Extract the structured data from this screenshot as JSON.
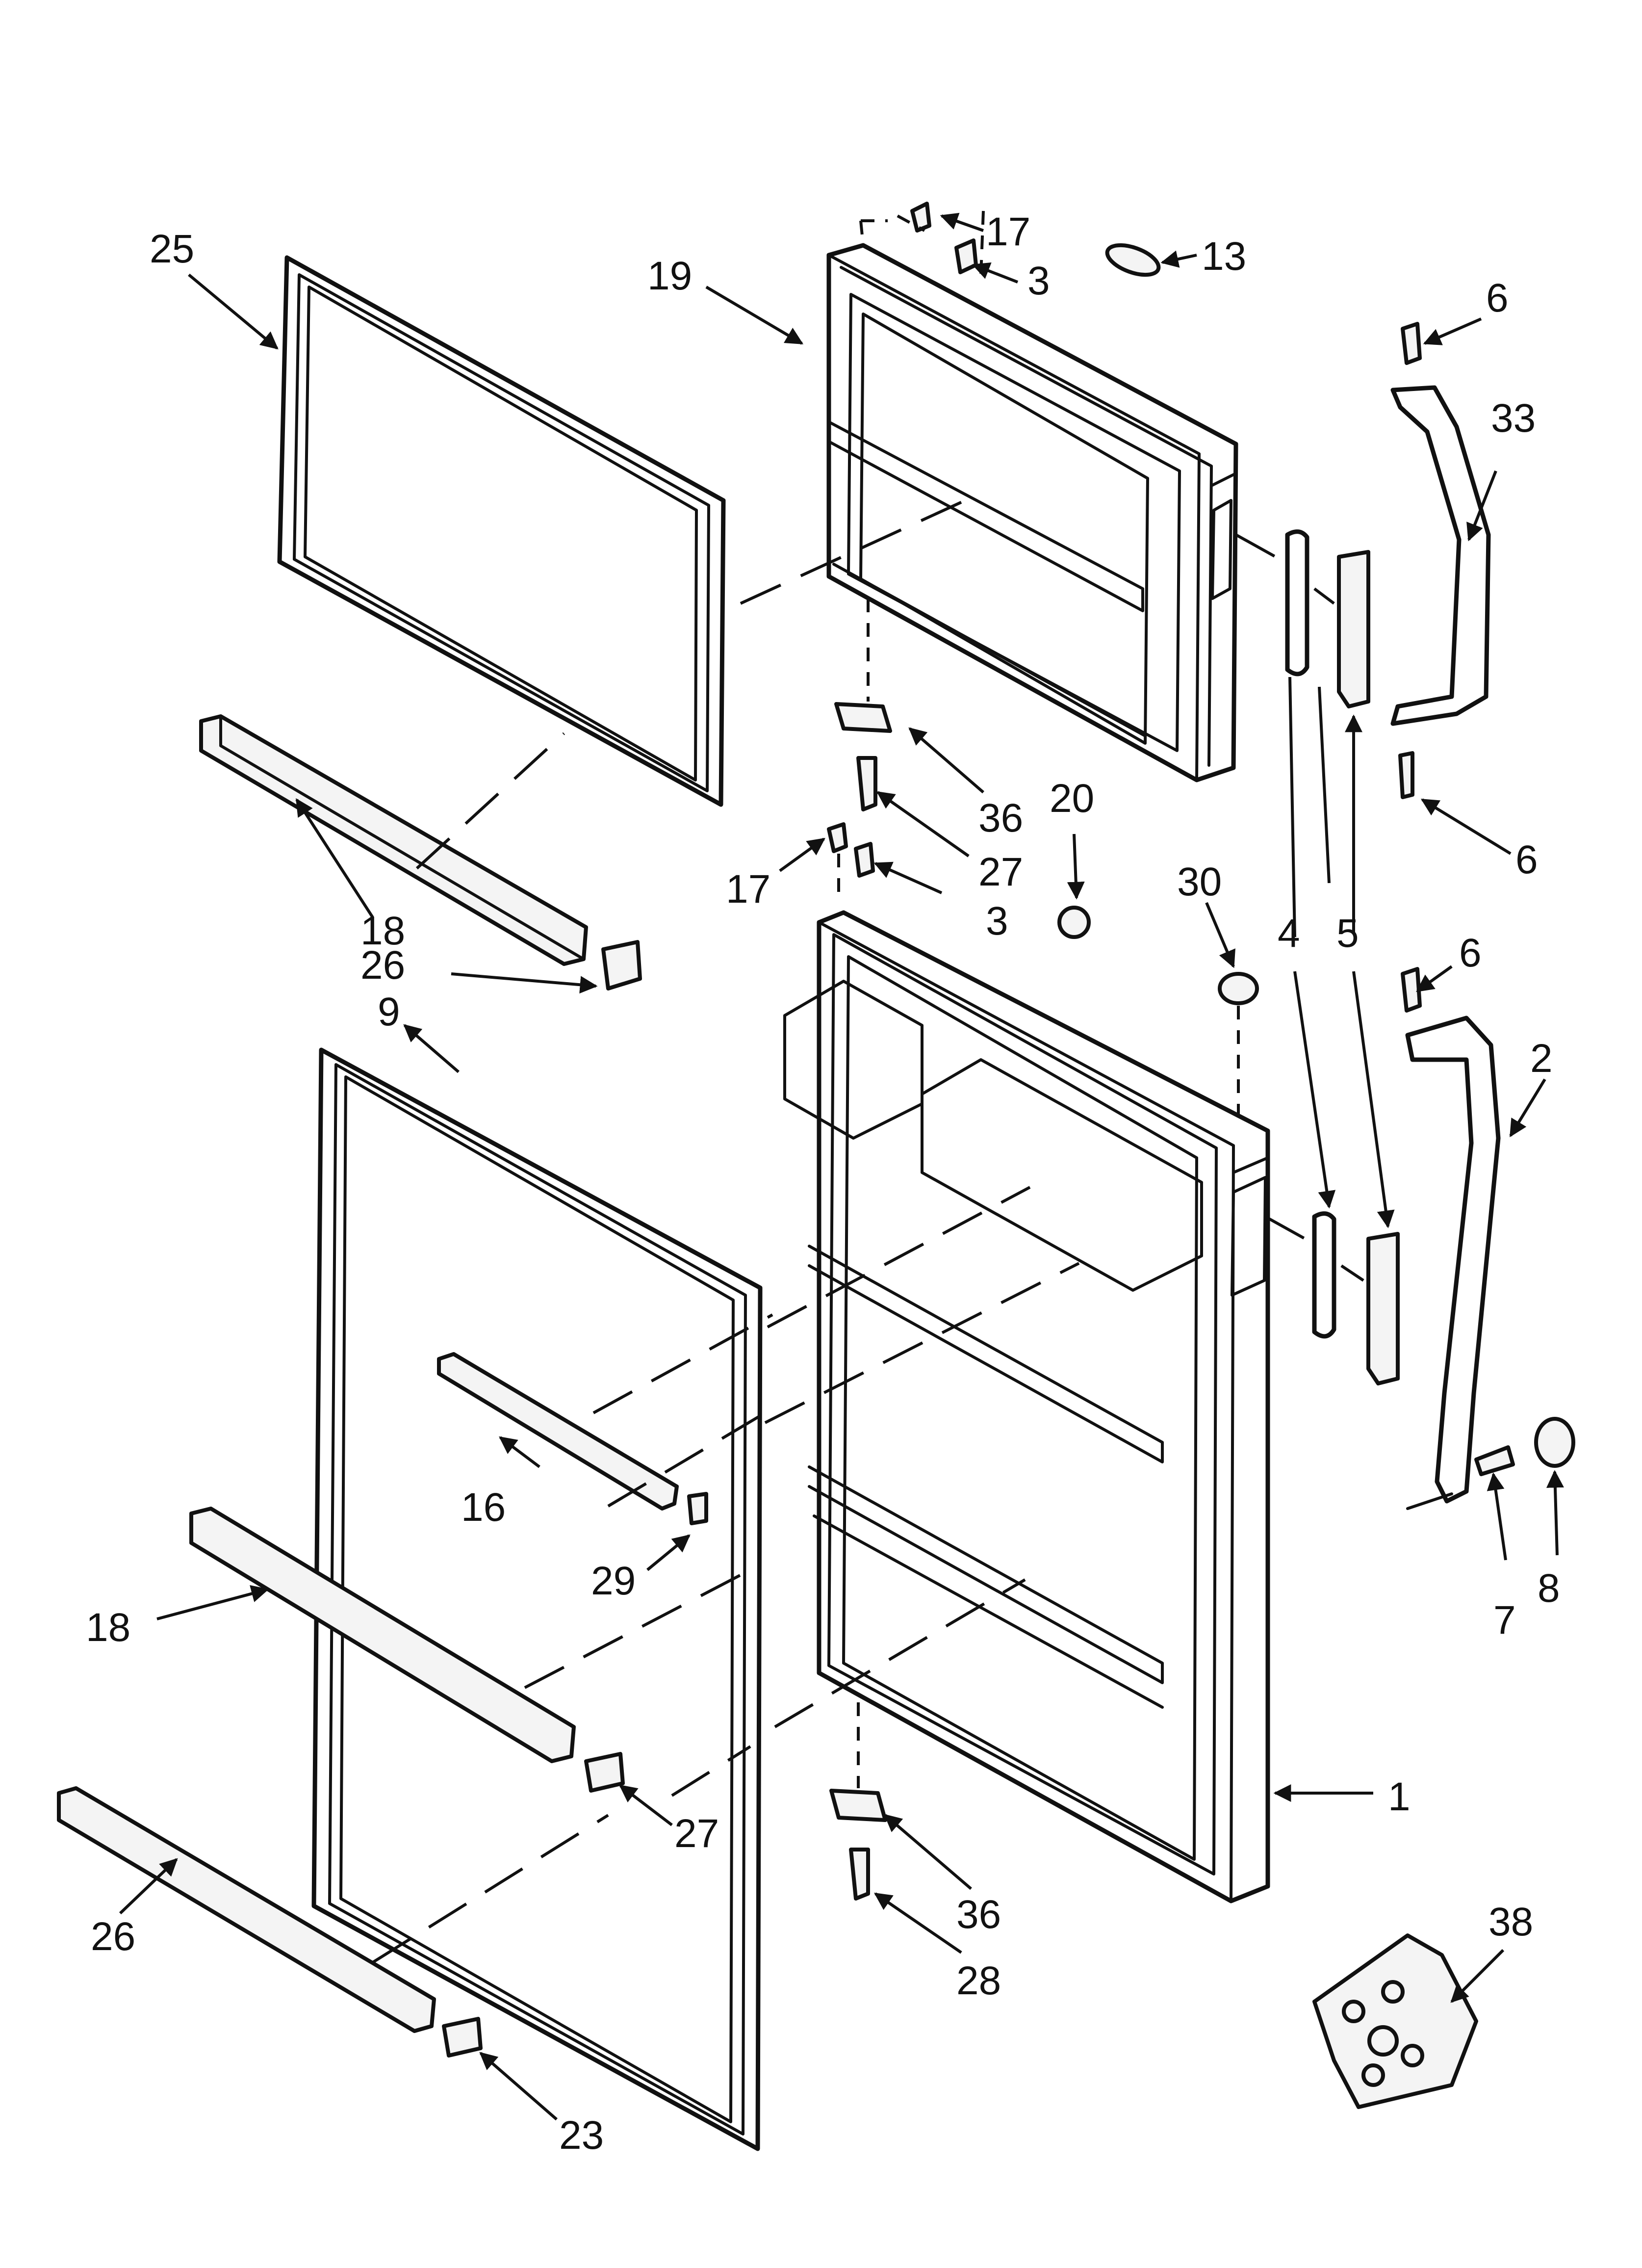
{
  "callouts": [
    {
      "id": "c1",
      "text": "1"
    },
    {
      "id": "c2",
      "text": "2"
    },
    {
      "id": "c3a",
      "text": "3"
    },
    {
      "id": "c3b",
      "text": "3"
    },
    {
      "id": "c4",
      "text": "4"
    },
    {
      "id": "c5",
      "text": "5"
    },
    {
      "id": "c6a",
      "text": "6"
    },
    {
      "id": "c6b",
      "text": "6"
    },
    {
      "id": "c6c",
      "text": "6"
    },
    {
      "id": "c7",
      "text": "7"
    },
    {
      "id": "c8",
      "text": "8"
    },
    {
      "id": "c9",
      "text": "9"
    },
    {
      "id": "c13",
      "text": "13"
    },
    {
      "id": "c16",
      "text": "16"
    },
    {
      "id": "c17a",
      "text": "17"
    },
    {
      "id": "c17b",
      "text": "17"
    },
    {
      "id": "c18a",
      "text": "18"
    },
    {
      "id": "c18b",
      "text": "18"
    },
    {
      "id": "c19",
      "text": "19"
    },
    {
      "id": "c20",
      "text": "20"
    },
    {
      "id": "c23",
      "text": "23"
    },
    {
      "id": "c25",
      "text": "25"
    },
    {
      "id": "c26a",
      "text": "26"
    },
    {
      "id": "c26b",
      "text": "26"
    },
    {
      "id": "c27a",
      "text": "27"
    },
    {
      "id": "c27b",
      "text": "27"
    },
    {
      "id": "c28",
      "text": "28"
    },
    {
      "id": "c29",
      "text": "29"
    },
    {
      "id": "c30",
      "text": "30"
    },
    {
      "id": "c33",
      "text": "33"
    },
    {
      "id": "c36a",
      "text": "36"
    },
    {
      "id": "c36b",
      "text": "36"
    },
    {
      "id": "c38",
      "text": "38"
    }
  ]
}
